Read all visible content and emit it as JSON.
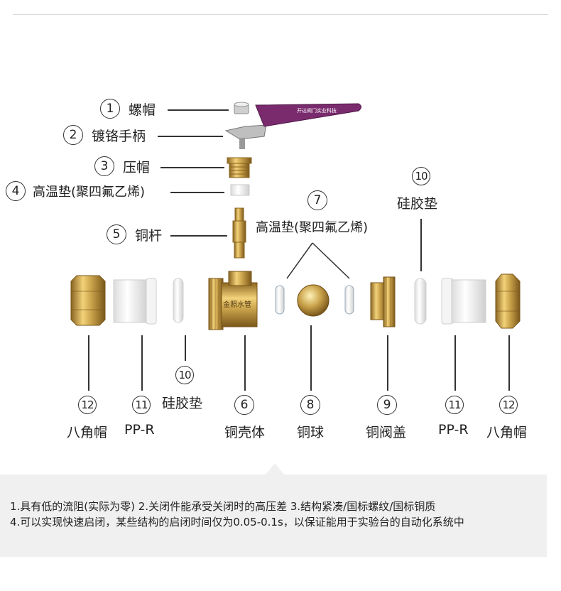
{
  "header_rule": true,
  "parts": {
    "p1": {
      "num": "1",
      "label": "螺帽"
    },
    "p2": {
      "num": "2",
      "label": "镀铬手柄"
    },
    "p3": {
      "num": "3",
      "label": "压帽"
    },
    "p4": {
      "num": "4",
      "label": "高温垫(聚四氟乙烯)"
    },
    "p5": {
      "num": "5",
      "label": "铜杆"
    },
    "p7": {
      "num": "7",
      "label": "高温垫(聚四氟乙烯)"
    },
    "p10a": {
      "num": "10",
      "label": "硅胶垫"
    },
    "p10b": {
      "num": "10",
      "label": "硅胶垫"
    },
    "p12a": {
      "num": "12",
      "label": "八角帽"
    },
    "p11a": {
      "num": "11",
      "label": "PP-R"
    },
    "p6": {
      "num": "6",
      "label": "铜壳体"
    },
    "p8": {
      "num": "8",
      "label": "铜球"
    },
    "p9": {
      "num": "9",
      "label": "铜阀盖"
    },
    "p11b": {
      "num": "11",
      "label": "PP-R"
    },
    "p12b": {
      "num": "12",
      "label": "八角帽"
    }
  },
  "handle_text": "开达阀门实业科技",
  "body_stamp": "金照水管",
  "notes": {
    "line1": "1.具有低的流阻(实际为零) 2.关闭件能承受关闭时的高压差 3.结构紧凑/国标螺纹/国标铜质",
    "line2": "4.可以实现快速启闭，某些结构的启闭时间仅为0.05-0.1s，以保证能用于实验台的自动化系统中"
  },
  "colors": {
    "brass": "#c9a24a",
    "handle": "#7a2b6e",
    "line": "#333333",
    "note_bg": "#f0f0f0"
  }
}
